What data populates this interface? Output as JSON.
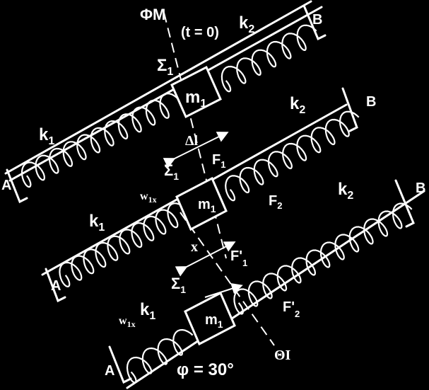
{
  "labels": {
    "natural_length": "ΦΜ",
    "time_zero": "(t = 0)",
    "equilibrium": "ΘΙ",
    "angle": "φ = 30°",
    "k1": "k",
    "k1_sub": "1",
    "k2": "k",
    "k2_sub": "2",
    "end_a": "A",
    "end_b": "B",
    "sigma": "Σ",
    "sigma_sub": "1",
    "mass": "m",
    "mass_sub": "1",
    "delta_l": "Δl",
    "force_f1": "F",
    "force_f1_sub": "1",
    "force_f2": "F",
    "force_f2_sub": "2",
    "force_f1p": "F'",
    "force_f1p_sub": "1",
    "force_f2p": "F'",
    "force_f2p_sub": "2",
    "weight": "w",
    "weight_sub": "1x",
    "displacement": "x"
  },
  "colors": {
    "background": "#000000",
    "foreground": "#ffffff"
  }
}
